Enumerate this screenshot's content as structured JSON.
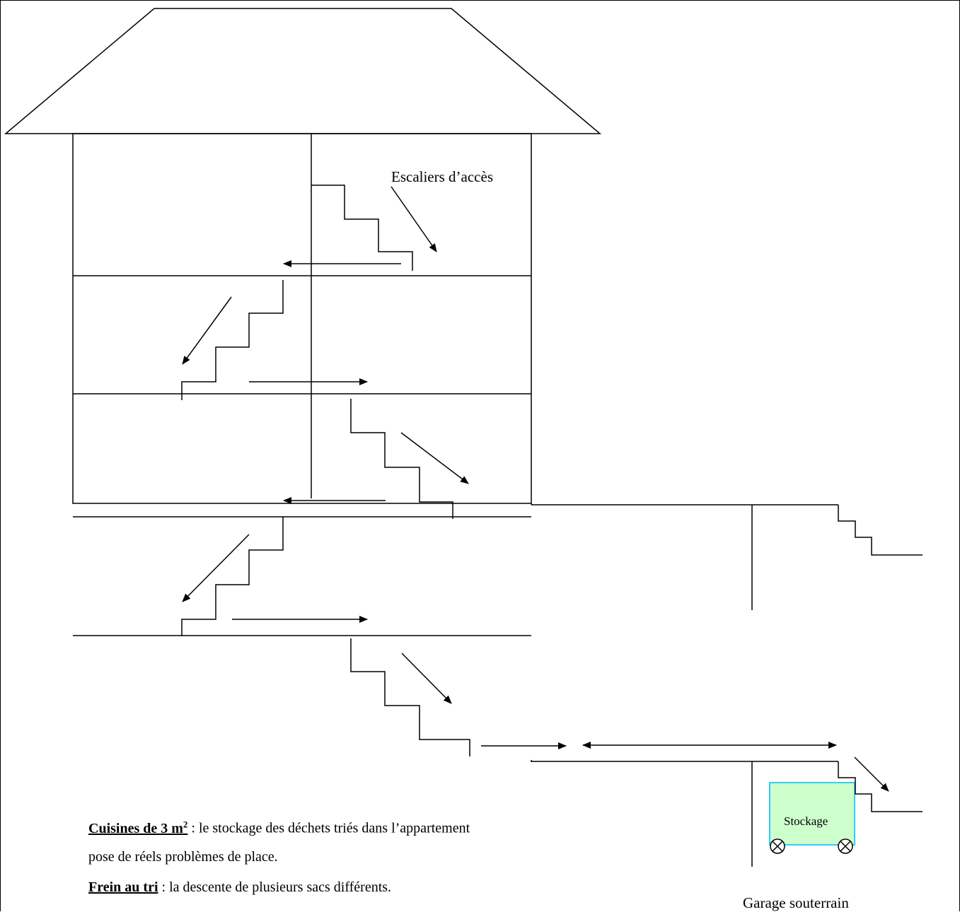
{
  "labels": {
    "stairs": "Escaliers d’accès",
    "storage": "Stockage",
    "garage": "Garage souterrain"
  },
  "notes": {
    "kitchen_title": "Cuisines de 3 m",
    "kitchen_sup": "2",
    "kitchen_line1": " : le stockage des déchets triés dans l’appartement",
    "kitchen_line2": "pose de réels problèmes de place.",
    "brake_title": "Frein au tri",
    "brake_text": " : la descente de plusieurs sacs différents."
  },
  "colors": {
    "storage_fill": "#ccffcc",
    "storage_border": "#33ccff",
    "line": "#000000"
  }
}
